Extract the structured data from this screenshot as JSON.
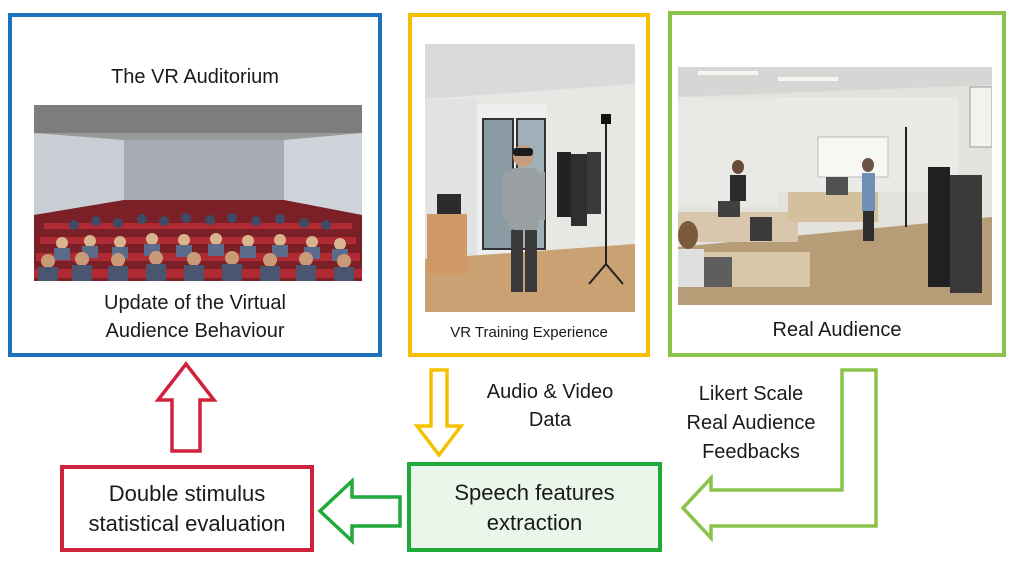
{
  "colors": {
    "blue": "#1e73be",
    "yellow": "#f5c000",
    "green_light": "#8bc34a",
    "green_dark": "#1faa3a",
    "red": "#d0213d",
    "speech_fill": "#eaf6ea",
    "text": "#1a1a1a"
  },
  "vr_auditorium": {
    "title": "The VR Auditorium",
    "caption_line1": "Update of the Virtual",
    "caption_line2": "Audience Behaviour"
  },
  "vr_training": {
    "caption": "VR Training Experience"
  },
  "real_audience": {
    "caption": "Real Audience"
  },
  "audio_video": {
    "line1": "Audio & Video",
    "line2": "Data"
  },
  "likert": {
    "line1": "Likert Scale",
    "line2": "Real Audience",
    "line3": "Feedbacks"
  },
  "speech": {
    "line1": "Speech features",
    "line2": "extraction"
  },
  "double": {
    "line1": "Double stimulus",
    "line2": "statistical evaluation"
  }
}
